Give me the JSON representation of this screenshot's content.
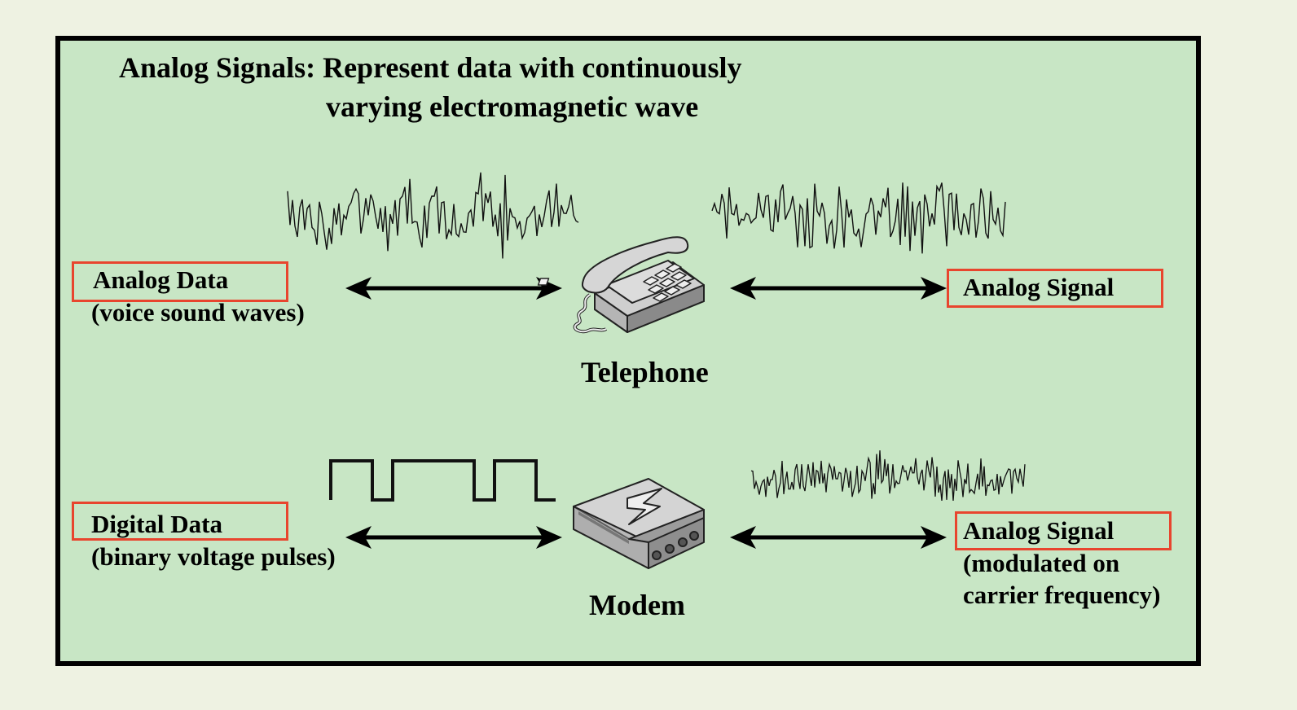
{
  "title": {
    "line1": "Analog Signals: Represent data with continuously",
    "line2": "varying electromagnetic wave"
  },
  "row_telephone": {
    "input_label": "Analog Data",
    "input_sub": "(voice sound waves)",
    "device_label": "Telephone",
    "device_icon": "telephone-icon",
    "output_label": "Analog Signal"
  },
  "row_modem": {
    "input_label": "Digital Data",
    "input_sub": "(binary voltage pulses)",
    "device_label": "Modem",
    "device_icon": "modem-icon",
    "output_label": "Analog Signal",
    "output_sub1": "(modulated on",
    "output_sub2": "carrier frequency)"
  },
  "colors": {
    "background": "#eef2e2",
    "panel": "#c8e6c5",
    "highlight_box": "#e8452e",
    "ink": "#000000"
  }
}
